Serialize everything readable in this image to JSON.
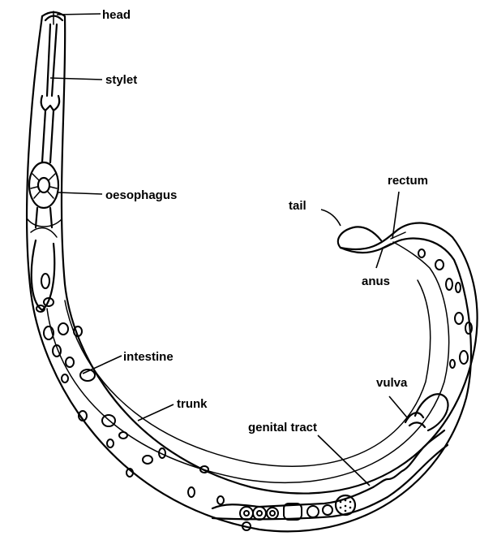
{
  "labels": {
    "head": "head",
    "stylet": "stylet",
    "oesophagus": "oesophagus",
    "rectum": "rectum",
    "tail": "tail",
    "anus": "anus",
    "intestine": "intestine",
    "vulva": "vulva",
    "trunk": "trunk",
    "genital_tract": "genital tract"
  }
}
